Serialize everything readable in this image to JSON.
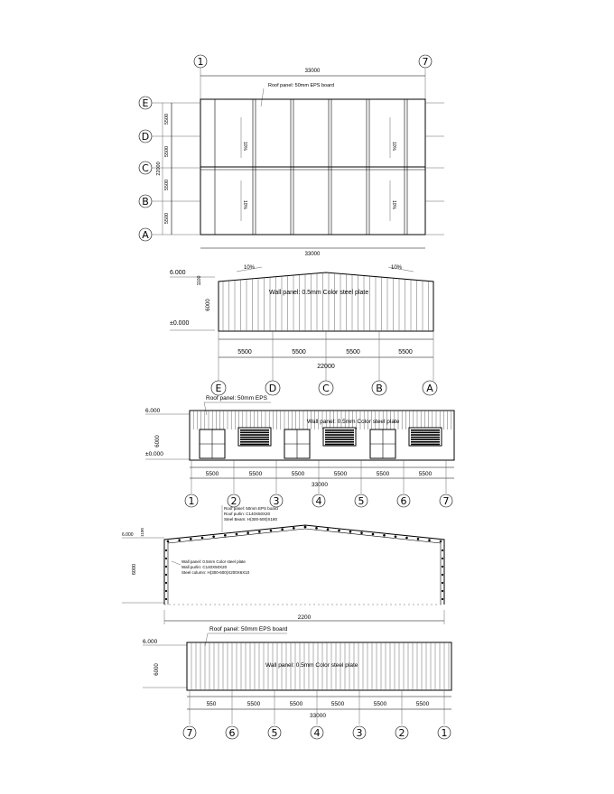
{
  "plan": {
    "grid_top_left": "1",
    "grid_top_right": "7",
    "width_top": "33000",
    "width_bottom": "33000",
    "roof_panel": "Roof panel: 50mm EPS board",
    "rows": [
      "E",
      "D",
      "C",
      "B",
      "A"
    ],
    "bay_dims": [
      "5500",
      "5500",
      "5500",
      "5500"
    ],
    "total_depth": "22000",
    "slope": "10%"
  },
  "front_elevation": {
    "level_top": "6.000",
    "level_base": "±0.000",
    "ridge_dim": "1100",
    "height_dim": "6000",
    "slope_left": "10%",
    "slope_right": "10%",
    "wall_panel": "Wall panel: 0.5mm Color steel plate",
    "bays": [
      "5500",
      "5500",
      "5500",
      "5500"
    ],
    "total": "22000",
    "axes": [
      "E",
      "D",
      "C",
      "B",
      "A"
    ]
  },
  "side_elevation_1": {
    "roof_panel": "Roof panel: 50mm EPS",
    "wall_panel": "Wall panel: 0.5mm Color steel plate",
    "level_top": "6.000",
    "level_base": "±0.000",
    "height_dim": "6000",
    "bays": [
      "5500",
      "5500",
      "5500",
      "5500",
      "5500",
      "5500"
    ],
    "total": "33000",
    "axes": [
      "1",
      "2",
      "3",
      "4",
      "5",
      "6",
      "7"
    ]
  },
  "section": {
    "level_top": "6.000",
    "height_dim": "6000",
    "ridge_dim": "1100",
    "roof_notes": [
      "Roof panel: 50mm EPS board",
      "Roof purlin: C140X50X20",
      "Steel Beam: H(300-500)X180"
    ],
    "wall_notes": [
      "Wall panel: 0.5mm Color steel plate",
      "Wall purlin: C140X50X20",
      "Steel column: H(300-600)X200X6X10"
    ],
    "span": "2200"
  },
  "side_elevation_2": {
    "roof_panel": "Roof panel: 50mm EPS board",
    "wall_panel": "Wall panel: 0.5mm Color steel plate",
    "level_top": "6.000",
    "height_dim": "6000",
    "bays": [
      "550",
      "5500",
      "5500",
      "5500",
      "5500",
      "5500"
    ],
    "total": "33000",
    "axes": [
      "7",
      "6",
      "5",
      "4",
      "3",
      "2",
      "1"
    ]
  }
}
